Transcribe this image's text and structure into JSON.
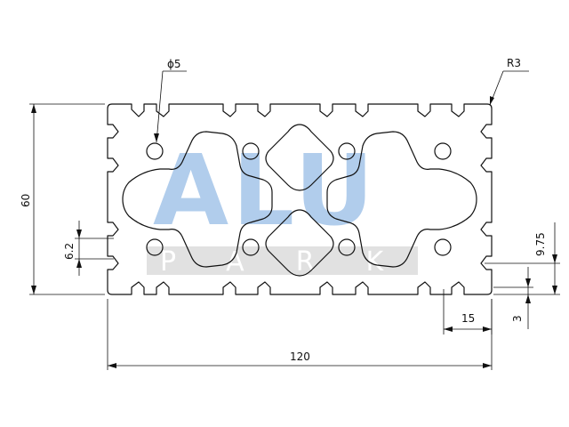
{
  "drawing": {
    "dimensions": {
      "diameter": "ϕ5",
      "radius": "R3",
      "height": "60",
      "width": "120",
      "slot_width": "6.2",
      "slot_depth": "9.75",
      "pitch": "15",
      "lip": "3"
    },
    "watermark": {
      "brand": "ALU",
      "sub": "PARK",
      "brand_color": "#a9c8ea",
      "band_color": "#d9d9d9"
    },
    "line_color": "#111111"
  }
}
